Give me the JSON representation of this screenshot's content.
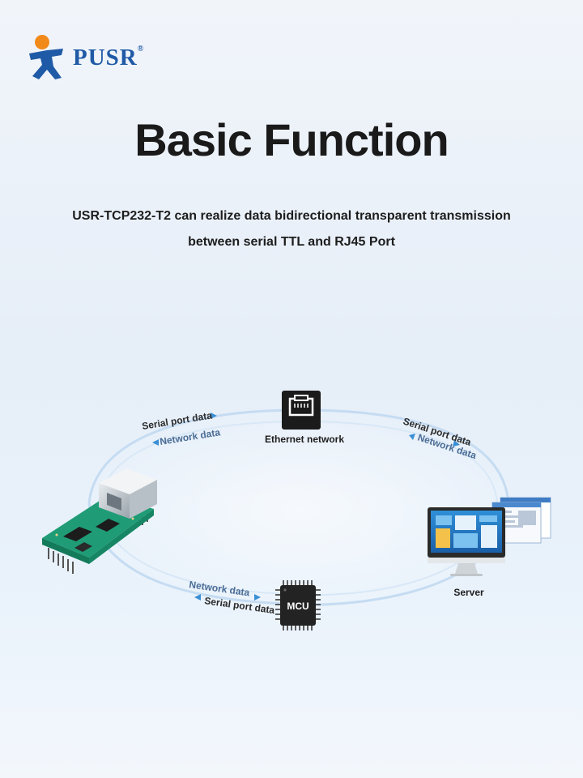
{
  "brand": {
    "name": "PUSR",
    "mark": "®"
  },
  "title": "Basic Function",
  "subtitle": {
    "line1": "USR-TCP232-T2 can realize data bidirectional transparent transmission",
    "line2": "between serial TTL and RJ45 Port"
  },
  "diagram": {
    "nodes": {
      "ethernet": "Ethernet network",
      "server": "Server",
      "mcu": "MCU"
    },
    "links": {
      "top_left": {
        "forward": "Serial port data",
        "backward": "Network data"
      },
      "top_right": {
        "forward": "Serial port data",
        "backward": "Network data"
      },
      "bottom_left": {
        "forward": "Network data",
        "backward": "Serial port data"
      }
    },
    "colors": {
      "flow": "#3a8fd4",
      "ring": "#bcd7f0",
      "pcb": "#1f9c76"
    }
  }
}
